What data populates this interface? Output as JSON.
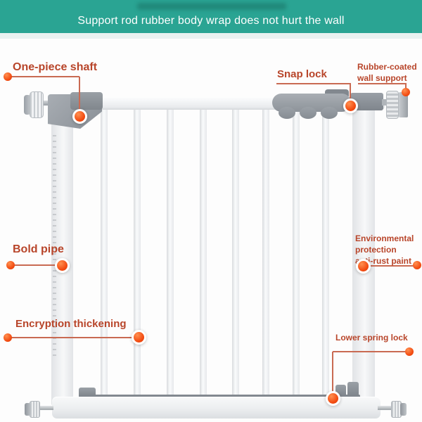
{
  "banner": {
    "title": "Support rod rubber body wrap does not hurt the wall"
  },
  "callouts": {
    "one_piece_shaft": {
      "label": "One-piece shaft"
    },
    "snap_lock": {
      "label": "Snap lock"
    },
    "rubber_coated_wall_support": {
      "line1": "Rubber-coated",
      "line2": "wall support"
    },
    "bold_pipe": {
      "label": "Bold pipe"
    },
    "environmental": {
      "line1": "Environmental",
      "line2": "protection",
      "line3": "anti-rust paint"
    },
    "encryption_thickening": {
      "label": "Encryption thickening"
    },
    "lower_spring_lock": {
      "label": "Lower spring lock"
    }
  },
  "colors": {
    "banner_teal": "#2aa493",
    "label_red": "#b8452a",
    "leader_line": "#c96a52",
    "dot_orange": "#f2490f"
  }
}
